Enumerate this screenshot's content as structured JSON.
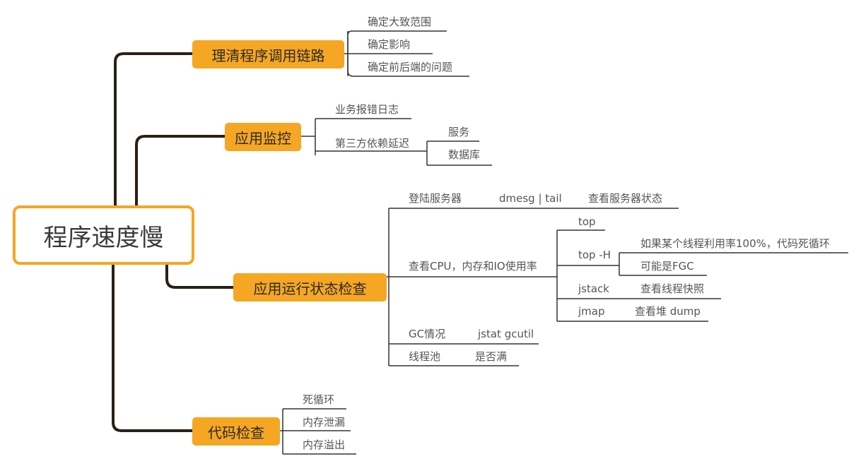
{
  "root": "程序速度慢",
  "colors": {
    "accent": "#f5a623",
    "trunk": "#2a2016",
    "line": "#555555"
  },
  "topics": {
    "trace": {
      "label": "理清程序调用链路",
      "items": [
        "确定大致范围",
        "确定影响",
        "确定前后端的问题"
      ]
    },
    "monitor": {
      "label": "应用监控",
      "items": [
        "业务报错日志",
        "第三方依赖延迟"
      ],
      "deps": [
        "服务",
        "数据库"
      ]
    },
    "runtime": {
      "label": "应用运行状态检查",
      "login": {
        "label": "登陆服务器",
        "cmd": "dmesg | tail",
        "desc": "查看服务器状态"
      },
      "cpu": {
        "label": "查看CPU，内存和IO使用率",
        "top": "top",
        "toph": {
          "label": "top -H",
          "notes": [
            "如果某个线程利用率100%，代码死循环",
            "可能是FGC"
          ]
        },
        "jstack": {
          "label": "jstack",
          "desc": "查看线程快照"
        },
        "jmap": {
          "label": "jmap",
          "desc": "查看堆 dump"
        }
      },
      "gc": {
        "label": "GC情况",
        "cmd": "jstat gcutil"
      },
      "pool": {
        "label": "线程池",
        "desc": "是否满"
      }
    },
    "code": {
      "label": "代码检查",
      "items": [
        "死循环",
        "内存泄漏",
        "内存溢出"
      ]
    }
  }
}
